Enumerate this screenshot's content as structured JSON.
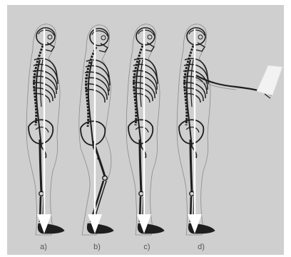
{
  "figure": {
    "panel_color": "#cfcfcf",
    "line_color": "#ffffff",
    "bone_color": "#1e1e1e",
    "outline_color": "#8a8a8a",
    "tablet_color": "#f2f2f2",
    "labels": [
      "a)",
      "b)",
      "c)",
      "d)"
    ],
    "postures": [
      "upright",
      "knees-bent",
      "upright",
      "upright-arm-extended-holding-tablet"
    ]
  }
}
